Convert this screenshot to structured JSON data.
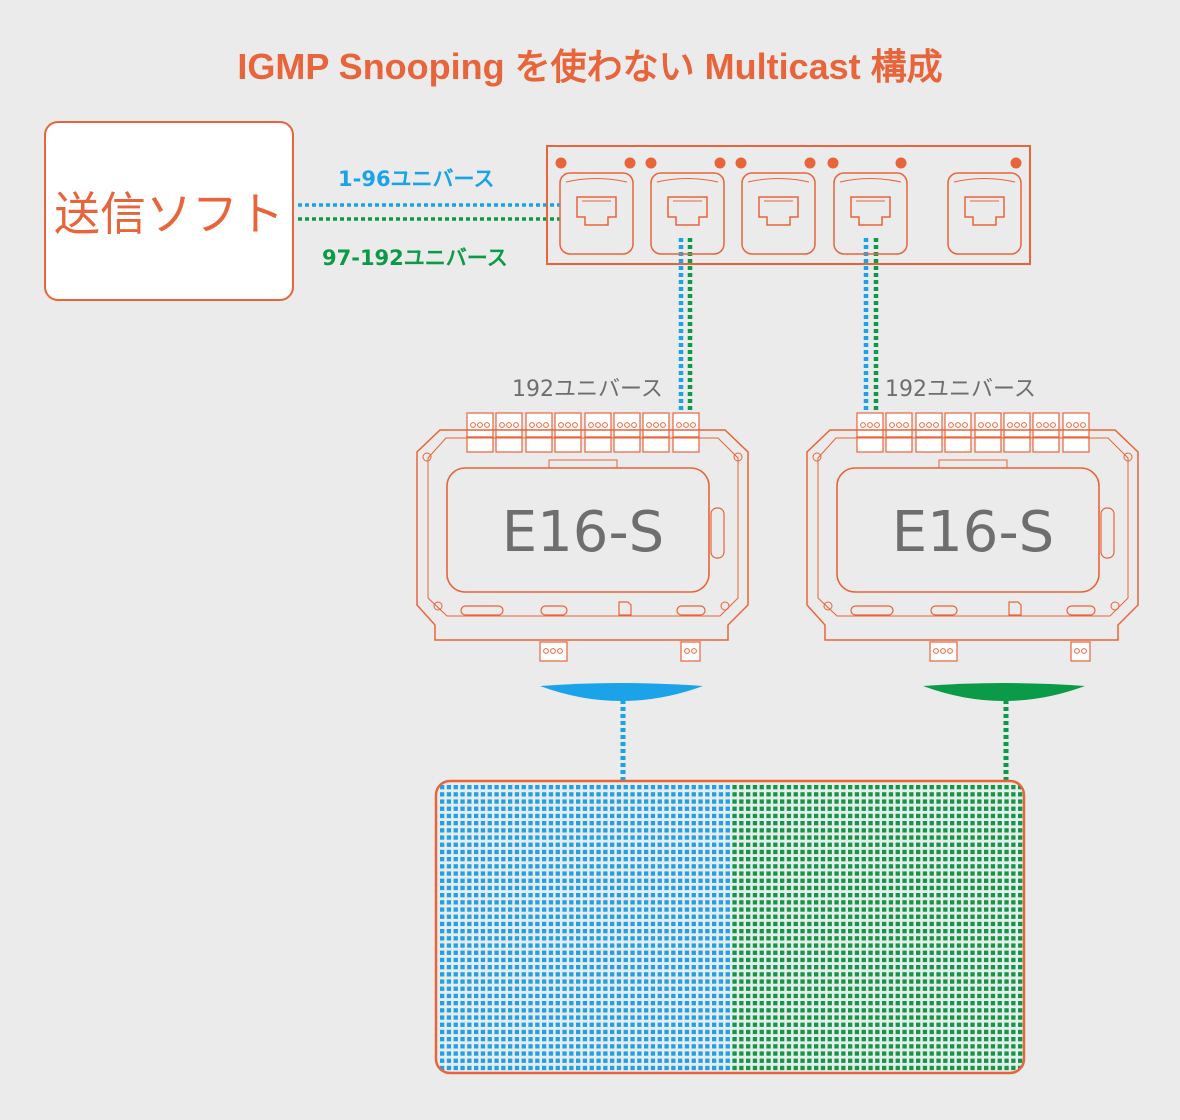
{
  "title": "IGMP Snooping を使わない Multicast 構成",
  "sender": {
    "label": "送信ソフト"
  },
  "streams": [
    {
      "label": "1-96ユニバース",
      "color": "#1aa3e8"
    },
    {
      "label": "97-192ユニバース",
      "color": "#0a9a48"
    }
  ],
  "switch": {
    "port_count": 5
  },
  "devices": [
    {
      "name": "E16-S",
      "input_label": "192ユニバース"
    },
    {
      "name": "E16-S",
      "input_label": "192ユニバース"
    }
  ],
  "colors": {
    "accent": "#e8643a",
    "universe_1_96": "#1aa3e8",
    "universe_97_192": "#0a9a48",
    "background": "#ebebeb",
    "device_text": "#6e6e6e"
  }
}
